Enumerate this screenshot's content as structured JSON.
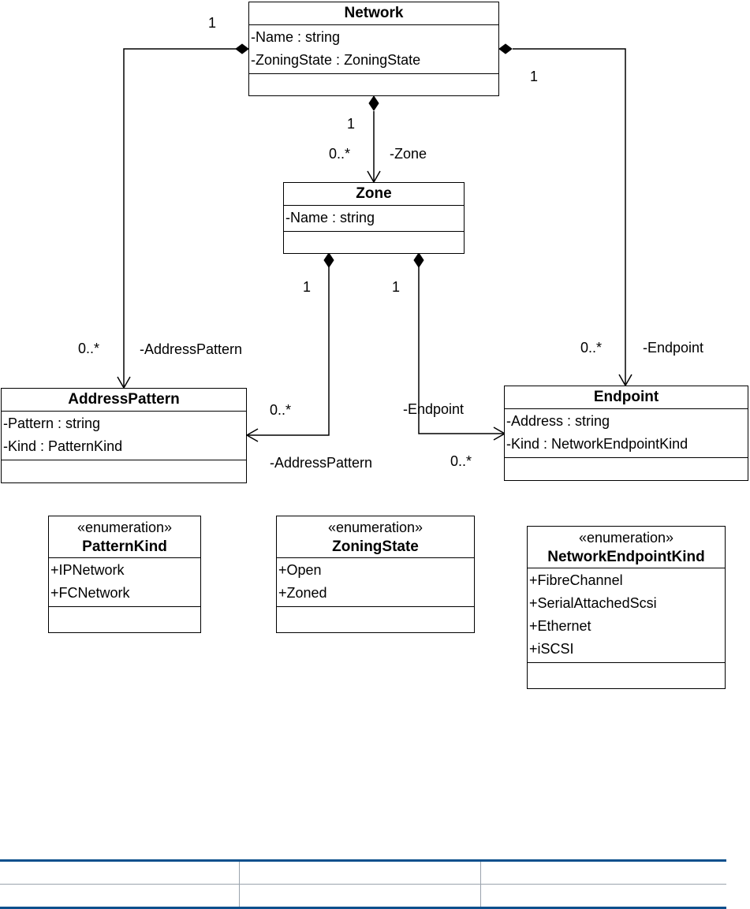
{
  "classes": {
    "network": {
      "name": "Network",
      "attributes": [
        "-Name : string",
        "-ZoningState : ZoningState"
      ]
    },
    "zone": {
      "name": "Zone",
      "attributes": [
        "-Name : string"
      ]
    },
    "address_pattern": {
      "name": "AddressPattern",
      "attributes": [
        "-Pattern : string",
        "-Kind : PatternKind"
      ]
    },
    "endpoint": {
      "name": "Endpoint",
      "attributes": [
        "-Address : string",
        "-Kind : NetworkEndpointKind"
      ]
    }
  },
  "enumerations": {
    "pattern_kind": {
      "stereotype": "«enumeration»",
      "name": "PatternKind",
      "values": [
        "+IPNetwork",
        "+FCNetwork"
      ]
    },
    "zoning_state": {
      "stereotype": "«enumeration»",
      "name": "ZoningState",
      "values": [
        "+Open",
        "+Zoned"
      ]
    },
    "network_endpoint_kind": {
      "stereotype": "«enumeration»",
      "name": "NetworkEndpointKind",
      "values": [
        "+FibreChannel",
        "+SerialAttachedScsi",
        "+Ethernet",
        "+iSCSI"
      ]
    }
  },
  "associations": {
    "network_address_pattern": {
      "source_multiplicity": "1",
      "target_multiplicity": "0..*",
      "role": "-AddressPattern"
    },
    "network_endpoint": {
      "source_multiplicity": "1",
      "target_multiplicity": "0..*",
      "role": "-Endpoint"
    },
    "network_zone": {
      "source_multiplicity": "1",
      "target_multiplicity": "0..*",
      "role": "-Zone"
    },
    "zone_address_pattern": {
      "source_multiplicity": "1",
      "target_multiplicity": "0..*",
      "role": "-AddressPattern"
    },
    "zone_endpoint": {
      "source_multiplicity": "1",
      "target_multiplicity": "0..*",
      "role": "-Endpoint"
    }
  },
  "colors": {
    "line": "#000000",
    "table_rule": "#0a4f8c",
    "table_grid": "#9aa3ad"
  },
  "footer_table": {
    "rows": [
      [
        "",
        "",
        ""
      ],
      [
        "",
        "",
        ""
      ]
    ]
  }
}
